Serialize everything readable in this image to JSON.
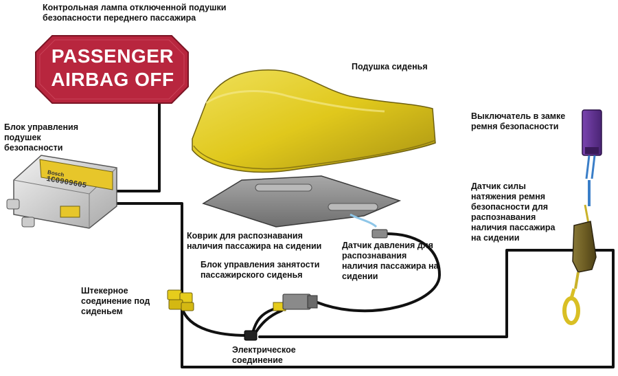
{
  "sign": {
    "line1": "PASSENGER",
    "line2": "AIRBAG OFF",
    "color": "#b8263e"
  },
  "labels": {
    "warning_lamp": "Контрольная лампа отключенной подушки\nбезопасности переднего пассажира",
    "airbag_control_unit": "Блок управления\nподушек\nбезопасности",
    "seat_cushion": "Подушка сиденья",
    "seat_mat": "Коврик для распознавания\nналичия пассажира на сидении",
    "pressure_sensor": "Датчик давления для\nраспознавания\nналичия пассажира на\nсидении",
    "occupancy_control_unit": "Блок управления занятости\nпассажирского сиденья",
    "under_seat_connector": "Штекерное\nсоединение под\nсиденьем",
    "electrical_connection": "Электрическое\nсоединение",
    "buckle_switch": "Выключатель в замке\nремня безопасности",
    "belt_tension_sensor": "Датчик силы\nнатяжения ремня\nбезопасности для\nраспознавания\nналичия пассажира\nна сидении"
  },
  "control_unit_sticker": {
    "top_text": "Bosch",
    "part_number": "1C0909605"
  },
  "colors": {
    "cushion": "#e0c81c",
    "cushion_dark": "#a89212",
    "mat": "#8f8f8f",
    "control_unit": "#d8d8d8",
    "buckle": "#5a2d8c",
    "wire": "#111111",
    "connector_yellow": "#e6cc1c"
  }
}
